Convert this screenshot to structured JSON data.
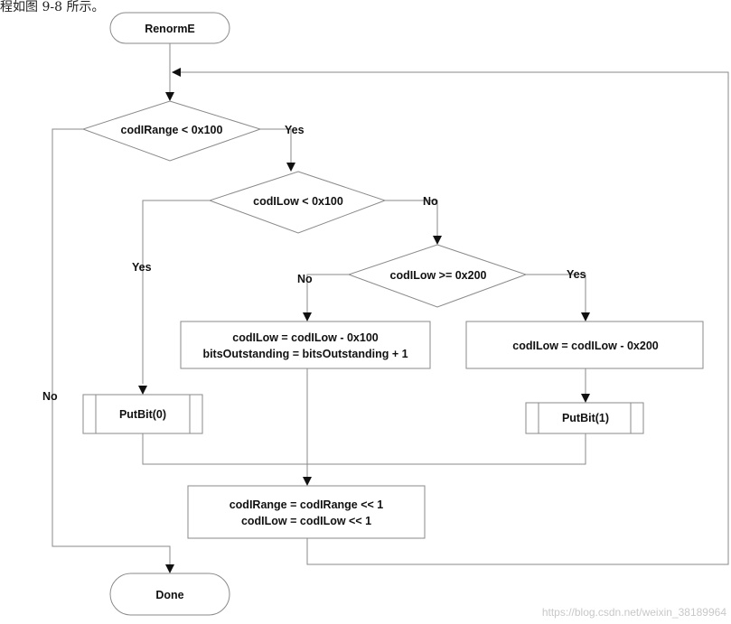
{
  "caption": "程如图 9-8 所示。",
  "nodes": {
    "start": "RenormE",
    "decision_range": "codIRange < 0x100",
    "decision_low": "codILow < 0x100",
    "decision_low_200": "codILow >= 0x200",
    "process_sub100": [
      "codILow = codILow - 0x100",
      "bitsOutstanding = bitsOutstanding + 1"
    ],
    "process_sub200": "codILow = codILow - 0x200",
    "putbit_0": "PutBit(0)",
    "putbit_1": "PutBit(1)",
    "process_shift": [
      "codIRange = codIRange << 1",
      "codILow = codILow << 1"
    ],
    "end": "Done"
  },
  "edges": {
    "range_yes": "Yes",
    "range_no": "No",
    "low_yes": "Yes",
    "low_no": "No",
    "low200_no": "No",
    "low200_yes": "Yes"
  },
  "watermark": "https://blog.csdn.net/weixin_38189964"
}
